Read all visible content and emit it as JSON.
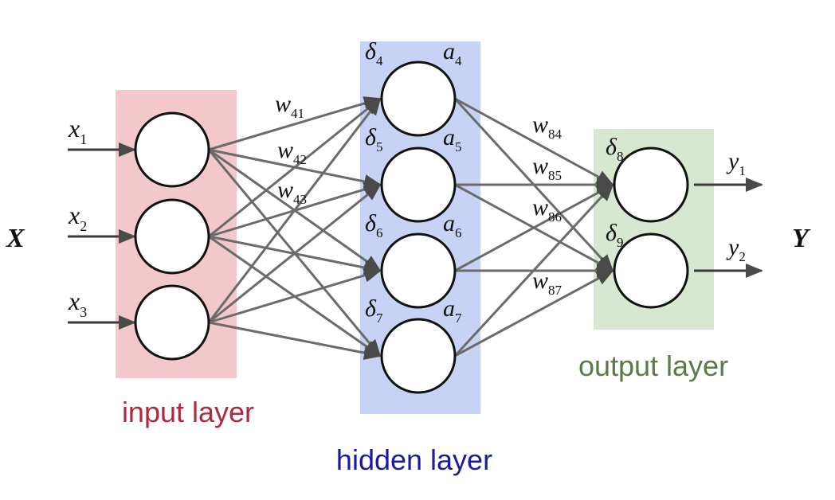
{
  "title": "Neural network with input, hidden and output layers",
  "colors": {
    "input_layer_bg": "#f2c8cd",
    "hidden_layer_bg": "#c7d3f4",
    "output_layer_bg": "#d7e8d1",
    "input_label": "#b0283e",
    "hidden_label": "#1c1a9c",
    "output_label": "#5b7a48",
    "edge": "#6b6b6b",
    "node_stroke": "#111111"
  },
  "input_vector_label": "X",
  "output_vector_label": "Y",
  "layers": {
    "input": {
      "label": "input layer",
      "nodes": [
        {
          "id": "x1",
          "symbol": "x",
          "sub": "1"
        },
        {
          "id": "x2",
          "symbol": "x",
          "sub": "2"
        },
        {
          "id": "x3",
          "symbol": "x",
          "sub": "3"
        }
      ]
    },
    "hidden": {
      "label": "hidden layer",
      "nodes": [
        {
          "id": "h4",
          "delta": "δ",
          "delta_sub": "4",
          "act": "a",
          "act_sub": "4"
        },
        {
          "id": "h5",
          "delta": "δ",
          "delta_sub": "5",
          "act": "a",
          "act_sub": "5"
        },
        {
          "id": "h6",
          "delta": "δ",
          "delta_sub": "6",
          "act": "a",
          "act_sub": "6"
        },
        {
          "id": "h7",
          "delta": "δ",
          "delta_sub": "7",
          "act": "a",
          "act_sub": "7"
        }
      ]
    },
    "output": {
      "label": "output layer",
      "nodes": [
        {
          "id": "o8",
          "delta": "δ",
          "delta_sub": "8",
          "symbol": "y",
          "sub": "1"
        },
        {
          "id": "o9",
          "delta": "δ",
          "delta_sub": "9",
          "symbol": "y",
          "sub": "2"
        }
      ]
    }
  },
  "weight_labels": [
    {
      "symbol": "w",
      "sub": "41"
    },
    {
      "symbol": "w",
      "sub": "42"
    },
    {
      "symbol": "w",
      "sub": "43"
    },
    {
      "symbol": "w",
      "sub": "84"
    },
    {
      "symbol": "w",
      "sub": "85"
    },
    {
      "symbol": "w",
      "sub": "86"
    },
    {
      "symbol": "w",
      "sub": "87"
    }
  ],
  "connections": "fully connected: input→hidden, hidden→output"
}
